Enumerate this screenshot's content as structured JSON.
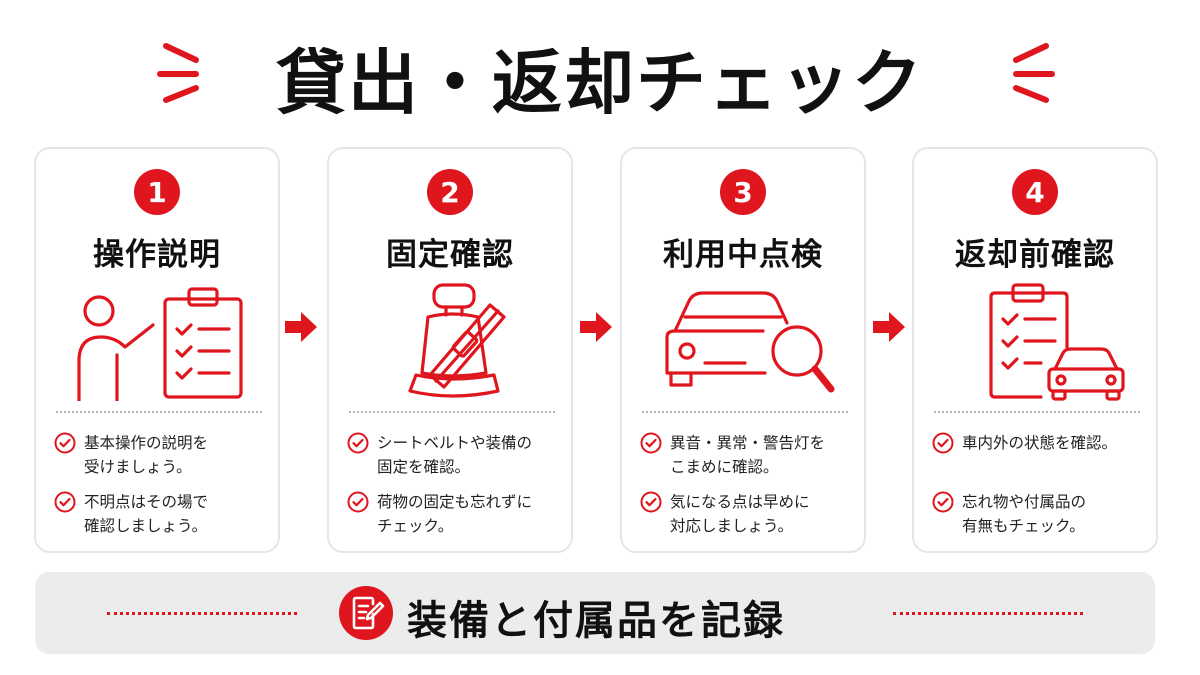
{
  "header": {
    "title": "貸出・返却チェック"
  },
  "steps": [
    {
      "number": "1",
      "title": "操作説明",
      "icon": "person-explaining-checklist-icon",
      "items": [
        "基本操作の説明を\n受けましょう。",
        "不明点はその場で\n確認しましょう。"
      ]
    },
    {
      "number": "2",
      "title": "固定確認",
      "icon": "seat-belt-icon",
      "items": [
        "シートベルトや装備の\n固定を確認。",
        "荷物の固定も忘れずに\nチェック。"
      ]
    },
    {
      "number": "3",
      "title": "利用中点検",
      "icon": "car-magnifier-icon",
      "items": [
        "異音・異常・警告灯を\nこまめに確認。",
        "気になる点は早めに\n対応しましょう。"
      ]
    },
    {
      "number": "4",
      "title": "返却前確認",
      "icon": "clipboard-car-icon",
      "items": [
        "車内外の状態を確認。",
        "忘れ物や付属品の\n有無もチェック。"
      ]
    }
  ],
  "footer": {
    "text": "装備と付属品を記録",
    "icon": "document-pen-icon"
  },
  "colors": {
    "accent": "#e0161e",
    "text": "#111111",
    "banner_bg": "#ececec"
  }
}
